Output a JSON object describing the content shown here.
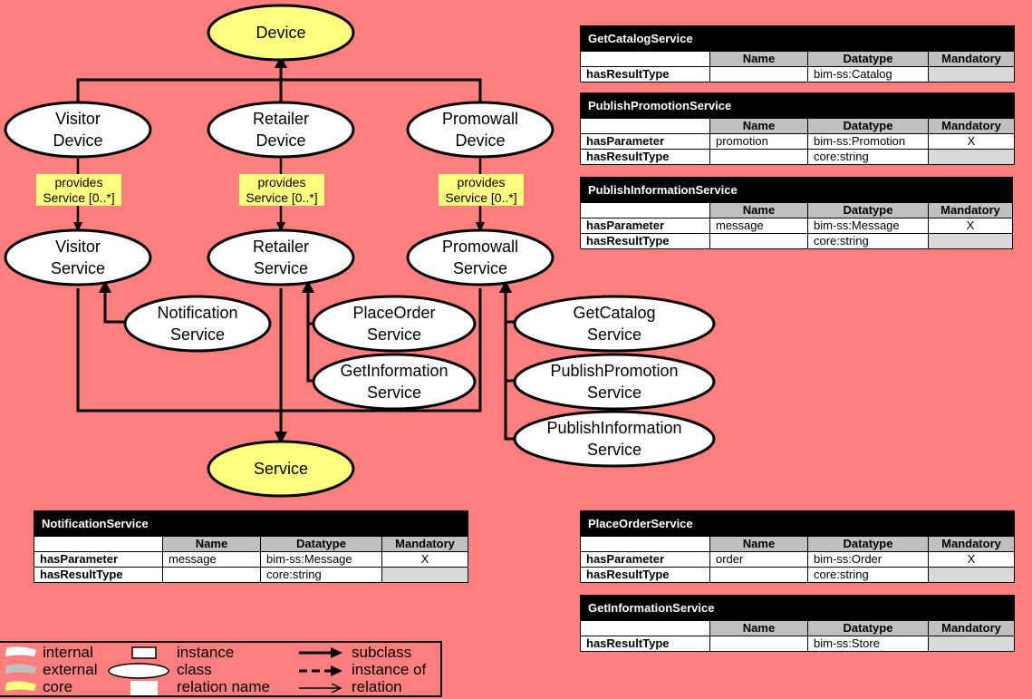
{
  "nodes": {
    "device": "Device",
    "visitor_device": [
      "Visitor",
      "Device"
    ],
    "retailer_device": [
      "Retailer",
      "Device"
    ],
    "promowall_device": [
      "Promowall",
      "Device"
    ],
    "visitor_service": [
      "Visitor",
      "Service"
    ],
    "retailer_service": [
      "Retailer",
      "Service"
    ],
    "promowall_service": [
      "Promowall",
      "Service"
    ],
    "notification_service": [
      "Notification",
      "Service"
    ],
    "placeorder_service": [
      "PlaceOrder",
      "Service"
    ],
    "getinformation_service": [
      "GetInformation",
      "Service"
    ],
    "getcatalog_service": [
      "GetCatalog",
      "Service"
    ],
    "publishpromotion_service": [
      "PublishPromotion",
      "Service"
    ],
    "publishinformation_service": [
      "PublishInformation",
      "Service"
    ],
    "service": "Service"
  },
  "relation_labels": {
    "provides_visitor": [
      "provides",
      "Service [0..*]"
    ],
    "provides_retailer": [
      "provides",
      "Service [0..*]"
    ],
    "provides_promowall": [
      "provides",
      "Service [0..*]"
    ]
  },
  "tables": {
    "header": {
      "name": "Name",
      "datatype": "Datatype",
      "mandatory": "Mandatory"
    },
    "getcatalog": {
      "title": "GetCatalogService",
      "rows": [
        {
          "prop": "hasResultType",
          "name": "",
          "datatype": "bim-ss:Catalog",
          "mandatory": ""
        }
      ]
    },
    "publishpromotion": {
      "title": "PublishPromotionService",
      "rows": [
        {
          "prop": "hasParameter",
          "name": "promotion",
          "datatype": "bim-ss:Promotion",
          "mandatory": "X"
        },
        {
          "prop": "hasResultType",
          "name": "",
          "datatype": "core:string",
          "mandatory": ""
        }
      ]
    },
    "publishinformation": {
      "title": "PublishInformationService",
      "rows": [
        {
          "prop": "hasParameter",
          "name": "message",
          "datatype": "bim-ss:Message",
          "mandatory": "X"
        },
        {
          "prop": "hasResultType",
          "name": "",
          "datatype": "core:string",
          "mandatory": ""
        }
      ]
    },
    "notification": {
      "title": "NotificationService",
      "rows": [
        {
          "prop": "hasParameter",
          "name": "message",
          "datatype": "bim-ss:Message",
          "mandatory": "X"
        },
        {
          "prop": "hasResultType",
          "name": "",
          "datatype": "core:string",
          "mandatory": ""
        }
      ]
    },
    "placeorder": {
      "title": "PlaceOrderService",
      "rows": [
        {
          "prop": "hasParameter",
          "name": "order",
          "datatype": "bim-ss:Order",
          "mandatory": "X"
        },
        {
          "prop": "hasResultType",
          "name": "",
          "datatype": "core:string",
          "mandatory": ""
        }
      ]
    },
    "getinformation": {
      "title": "GetInformationService",
      "rows": [
        {
          "prop": "hasResultType",
          "name": "",
          "datatype": "bim-ss:Store",
          "mandatory": ""
        }
      ]
    }
  },
  "legend": {
    "internal": "internal",
    "external": "external",
    "core": "core",
    "instance": "instance",
    "class": "class",
    "relation_name": "relation name",
    "subclass": "subclass",
    "instance_of": "instance of",
    "relation": "relation"
  },
  "colors": {
    "background": "#FF7F7F",
    "core": "#FFFF80",
    "internal": "#FFFFFF",
    "external": "#C0C0C0",
    "relation_label": "#FFFF80"
  }
}
